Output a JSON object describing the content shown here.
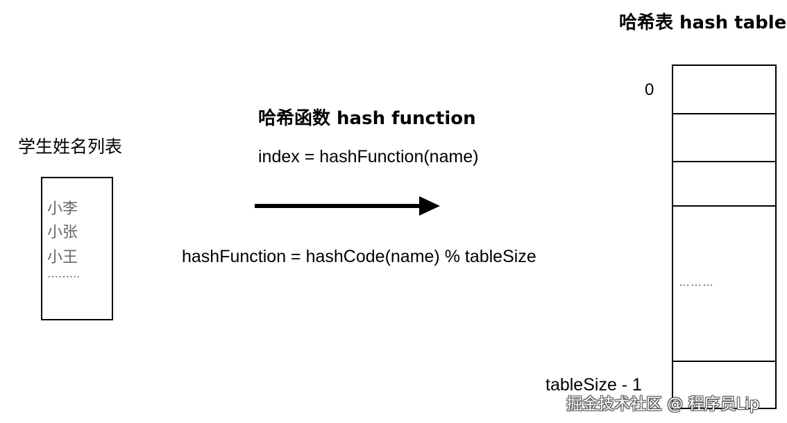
{
  "student_list": {
    "title": "学生姓名列表",
    "items": [
      "小李",
      "小张",
      "小王",
      "……..."
    ]
  },
  "hash_function": {
    "title": "哈希函数 hash function",
    "index_formula": "index = hashFunction(name)",
    "definition_formula": "hashFunction = hashCode(name) % tableSize"
  },
  "hash_table": {
    "title": "哈希表 hash table",
    "first_index": "0",
    "last_index": "tableSize - 1",
    "ellipsis": "………"
  },
  "watermark": "掘金技术社区 @ 程序员Lip"
}
